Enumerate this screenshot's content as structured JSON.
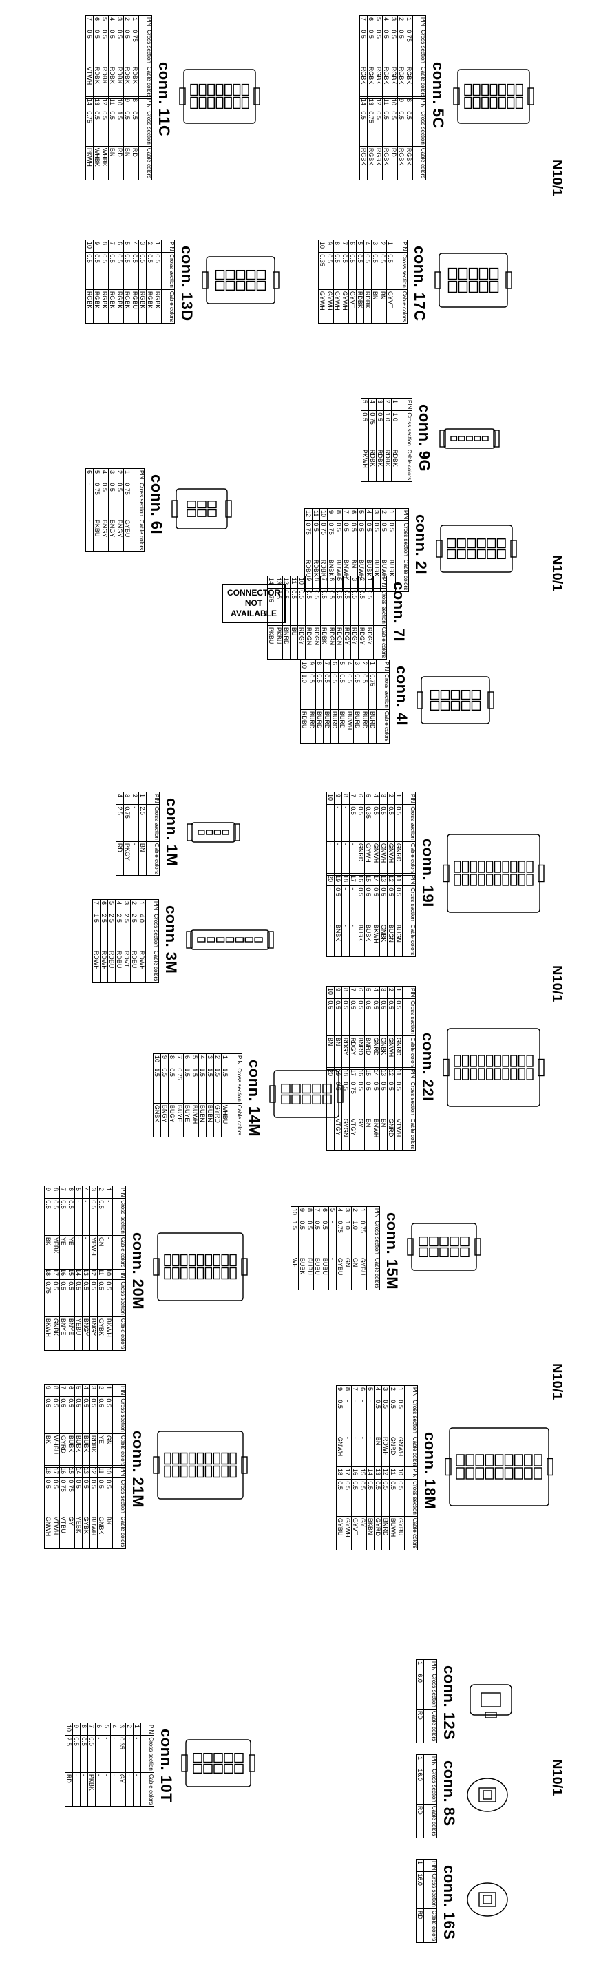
{
  "groups": [
    "N10/1",
    "N10/1",
    "N10/1",
    "N10/1",
    "N10/1"
  ],
  "headers": [
    "PIN",
    "Cross section",
    "Cable colors"
  ],
  "not_available": [
    "CONNECTOR",
    "NOT",
    "AVAILABLE"
  ],
  "connectors": [
    {
      "title": "conn. 5C",
      "pins": [
        [
          "1",
          "0.75",
          "RGBK"
        ],
        [
          "2",
          "0.5",
          "RGBK"
        ],
        [
          "3",
          "0.5",
          "RGBK"
        ],
        [
          "4",
          "0.5",
          "RGBK"
        ],
        [
          "5",
          "0.5",
          "RGBK"
        ],
        [
          "6",
          "0.5",
          "RGBK"
        ],
        [
          "7",
          "0.5",
          "RGBK"
        ],
        [
          "8",
          "0.5",
          "RGBK"
        ],
        [
          "9",
          "0.5",
          "RGBK"
        ],
        [
          "10",
          "0.5",
          "RD"
        ],
        [
          "11",
          "0.5",
          "RGBK"
        ],
        [
          "12",
          "0.5",
          "RGBK"
        ],
        [
          "13",
          "0.75",
          "RGBK"
        ],
        [
          "14",
          "0.5",
          "RGBK"
        ]
      ]
    },
    {
      "title": "conn. 11C",
      "pins": [
        [
          "1",
          "0.75",
          "RDBK"
        ],
        [
          "2",
          "0.5",
          "RDBK"
        ],
        [
          "3",
          "0.5",
          "RDBK"
        ],
        [
          "4",
          "0.5",
          "RDBK"
        ],
        [
          "5",
          "0.5",
          "RDBK"
        ],
        [
          "6",
          "0.5",
          "RDBK"
        ],
        [
          "7",
          "0.5",
          "VTWH"
        ],
        [
          "8",
          "0.5",
          "RD"
        ],
        [
          "9",
          "0.5",
          "BN"
        ],
        [
          "10",
          "1.5",
          "RD"
        ],
        [
          "11",
          "0.5",
          "BN"
        ],
        [
          "12",
          "0.5",
          "WHBK"
        ],
        [
          "13",
          "0.5",
          "WHBK"
        ],
        [
          "14",
          "0.75",
          "PKWH"
        ]
      ]
    },
    {
      "title": "conn. 17C",
      "pins": [
        [
          "1",
          "0.5",
          "GYVT"
        ],
        [
          "2",
          "0.5",
          "BN"
        ],
        [
          "3",
          "0.5",
          "BN"
        ],
        [
          "4",
          "0.5",
          "RDBK"
        ],
        [
          "5",
          "0.5",
          "RDBK"
        ],
        [
          "6",
          "0.5",
          "GYVT"
        ],
        [
          "7",
          "0.5",
          "GYWH"
        ],
        [
          "8",
          "0.5",
          "GYWH"
        ],
        [
          "9",
          "0.5",
          "GYWH"
        ],
        [
          "10",
          "0.35",
          "GYWH"
        ]
      ]
    },
    {
      "title": "conn. 13D",
      "pins": [
        [
          "1",
          "0.5",
          "RGBK"
        ],
        [
          "2",
          "0.5",
          "RGBK"
        ],
        [
          "3",
          "0.5",
          "RGBK"
        ],
        [
          "4",
          "0.5",
          "RGBU"
        ],
        [
          "5",
          "0.5",
          "RGBK"
        ],
        [
          "6",
          "0.5",
          "RGBK"
        ],
        [
          "7",
          "0.5",
          "RGBK"
        ],
        [
          "8",
          "0.5",
          "RGBK"
        ],
        [
          "9",
          "0.5",
          "RGBK"
        ],
        [
          "10",
          "0.5",
          "RGBK"
        ]
      ]
    },
    {
      "title": "conn. 9G",
      "pins": [
        [
          "1",
          "1.0",
          "RDBK"
        ],
        [
          "2",
          "1.0",
          "RDBK"
        ],
        [
          "3",
          "0.5",
          "RDBK"
        ],
        [
          "4",
          "0.75",
          "RDBK"
        ],
        [
          "5",
          "0.5",
          "PKWH"
        ]
      ]
    },
    {
      "title": "conn. 6I",
      "pins": [
        [
          "1",
          "0.75",
          "GYBU"
        ],
        [
          "2",
          "0.5",
          "BNGY"
        ],
        [
          "3",
          "0.5",
          "BNGY"
        ],
        [
          "4",
          "0.5",
          "BNGY"
        ],
        [
          "5",
          "0.75",
          "PKBU"
        ],
        [
          "6",
          "-",
          "-"
        ]
      ]
    },
    {
      "title": "conn. 2I",
      "pins": [
        [
          "1",
          "0.5",
          "BUBK"
        ],
        [
          "2",
          "0.5",
          "BUWH"
        ],
        [
          "3",
          "0.5",
          "BUBK"
        ],
        [
          "4",
          "0.5",
          "BUBK"
        ],
        [
          "5",
          "0.5",
          "BUWH"
        ],
        [
          "6",
          "0.5",
          "BN"
        ],
        [
          "7",
          "0.5",
          "BNWH"
        ],
        [
          "8",
          "0.5",
          "BUWH"
        ],
        [
          "9",
          "0.75",
          "BNBK"
        ],
        [
          "10",
          "0.75",
          "RDBK"
        ],
        [
          "11",
          "0.5",
          "RDBK"
        ],
        [
          "12",
          "0.75",
          "RDBU"
        ]
      ]
    },
    {
      "title": "conn. 7I",
      "pins": [
        [
          "1",
          "0.5",
          "RDGY"
        ],
        [
          "2",
          "0.5",
          "RDGY"
        ],
        [
          "3",
          "0.5",
          "RDGY"
        ],
        [
          "4",
          "0.5",
          "RDGY"
        ],
        [
          "5",
          "0.5",
          "RDGN"
        ],
        [
          "6",
          "0.5",
          "RDGN"
        ],
        [
          "7",
          "0.5",
          "RDBK"
        ],
        [
          "8",
          "0.5",
          "RDGN"
        ],
        [
          "9",
          "0.5",
          "RDGN"
        ],
        [
          "10",
          "0.5",
          "RDGY"
        ],
        [
          "11",
          "0.5",
          "BU"
        ],
        [
          "12",
          "0.5",
          "BNRD"
        ],
        [
          "13",
          "0.5",
          "PKBU"
        ],
        [
          "14",
          "0.75",
          "PKBU"
        ]
      ]
    },
    {
      "title": "conn. 4I",
      "pins": [
        [
          "1",
          "0.75",
          "BURD"
        ],
        [
          "2",
          "0.5",
          "BURD"
        ],
        [
          "3",
          "0.5",
          "BURD"
        ],
        [
          "4",
          "0.5",
          "BUWH"
        ],
        [
          "5",
          "0.5",
          "BURD"
        ],
        [
          "6",
          "0.5",
          "BURD"
        ],
        [
          "7",
          "0.5",
          "BURD"
        ],
        [
          "8",
          "0.5",
          "BURD"
        ],
        [
          "9",
          "0.5",
          "BURD"
        ],
        [
          "10",
          "1.0",
          "RDBU"
        ]
      ]
    },
    {
      "title": "conn. 1M",
      "pins": [
        [
          "1",
          "2.5",
          "BN"
        ],
        [
          "2",
          "-",
          "-"
        ],
        [
          "3",
          "0.75",
          "PKGY"
        ],
        [
          "4",
          "2.5",
          "RD"
        ]
      ]
    },
    {
      "title": "conn. 19I",
      "pins": [
        [
          "1",
          "0.5",
          "GNRD"
        ],
        [
          "2",
          "0.5",
          "GNWH"
        ],
        [
          "3",
          "0.5",
          "GNWH"
        ],
        [
          "4",
          "0.5",
          "GNWH"
        ],
        [
          "5",
          "0.35",
          "GYWH"
        ],
        [
          "6",
          "0.5",
          "GNRD"
        ],
        [
          "7",
          "0.5",
          "-"
        ],
        [
          "8",
          "-",
          "-"
        ],
        [
          "9",
          "-",
          "-"
        ],
        [
          "10",
          "-",
          "-"
        ],
        [
          "11",
          "0.5",
          "BUGN"
        ],
        [
          "12",
          "0.5",
          "BUGN"
        ],
        [
          "13",
          "0.5",
          "GNBK"
        ],
        [
          "14",
          "0.5",
          "BKWH"
        ],
        [
          "15",
          "0.5",
          "BUBK"
        ],
        [
          "16",
          "0.5",
          "BUBK"
        ],
        [
          "17",
          "-",
          "-"
        ],
        [
          "18",
          "-",
          "-"
        ],
        [
          "19",
          "0.5",
          "BNBK"
        ],
        [
          "20",
          "-",
          "-"
        ]
      ]
    },
    {
      "title": "conn. 3M",
      "pins": [
        [
          "1",
          "4.0",
          "RDWH"
        ],
        [
          "2",
          "2.5",
          "RDBU"
        ],
        [
          "3",
          "2.5",
          "RDVT"
        ],
        [
          "4",
          "2.5",
          "RDBU"
        ],
        [
          "5",
          "2.5",
          "RDBU"
        ],
        [
          "6",
          "2.5",
          "RDWH"
        ],
        [
          "7",
          "1.5",
          "RDWH"
        ]
      ]
    },
    {
      "title": "conn. 22I",
      "pins": [
        [
          "1",
          "0.5",
          "GNRD"
        ],
        [
          "2",
          "0.5",
          "GNWH"
        ],
        [
          "3",
          "0.5",
          "GNBK"
        ],
        [
          "4",
          "0.5",
          "GNRD"
        ],
        [
          "5",
          "0.5",
          "BNRD"
        ],
        [
          "6",
          "0.5",
          "BNRD"
        ],
        [
          "7",
          "0.5",
          "RDGY"
        ],
        [
          "8",
          "0.5",
          "RDGY"
        ],
        [
          "9",
          "0.5",
          "BN"
        ],
        [
          "10",
          "0.5",
          "BN"
        ],
        [
          "11",
          "0.5",
          "VTWH"
        ],
        [
          "12",
          "0.5",
          "GNRD"
        ],
        [
          "13",
          "0.5",
          "BN"
        ],
        [
          "14",
          "0.5",
          "BNWH"
        ],
        [
          "15",
          "0.5",
          "BN"
        ],
        [
          "16",
          "0.5",
          "GY"
        ],
        [
          "17",
          "0.75",
          "VTGY"
        ],
        [
          "18",
          "0.5",
          "GYGN"
        ],
        [
          "19",
          "0.5",
          "VTGY"
        ],
        [
          "20",
          "-",
          "-"
        ]
      ]
    },
    {
      "title": "conn. 14M",
      "pins": [
        [
          "1",
          "1.5",
          "WHBU"
        ],
        [
          "2",
          "1.5",
          "GYRD"
        ],
        [
          "3",
          "1.5",
          "BUBN"
        ],
        [
          "4",
          "1.5",
          "BUBN"
        ],
        [
          "5",
          "1.5",
          "BUWH"
        ],
        [
          "6",
          "1.5",
          "BUYE"
        ],
        [
          "7",
          "0.75",
          "BUYE"
        ],
        [
          "8",
          "0.5",
          "BUGY"
        ],
        [
          "9",
          "0.5",
          "BNGY"
        ],
        [
          "10",
          "1.5",
          "GNBK"
        ]
      ]
    },
    {
      "title": "conn. 15M",
      "pins": [
        [
          "1",
          "0.75",
          "GYBU"
        ],
        [
          "2",
          "1.0",
          "GN"
        ],
        [
          "3",
          "1.0",
          "GN"
        ],
        [
          "4",
          "0.75",
          "GYBU"
        ],
        [
          "5",
          "-",
          "-"
        ],
        [
          "6",
          "0.5",
          "BUBU"
        ],
        [
          "7",
          "0.5",
          "BUBU"
        ],
        [
          "8",
          "0.5",
          "BUBU"
        ],
        [
          "9",
          "0.5",
          "BUBK"
        ],
        [
          "10",
          "1.5",
          "WH"
        ]
      ]
    },
    {
      "title": "conn. 20M",
      "pins": [
        [
          "1",
          "-",
          "-"
        ],
        [
          "2",
          "0.5",
          "GN"
        ],
        [
          "3",
          "0.5",
          "YEWH"
        ],
        [
          "4",
          "-",
          "-"
        ],
        [
          "5",
          "-",
          "-"
        ],
        [
          "6",
          "0.5",
          "YE"
        ],
        [
          "7",
          "0.5",
          "YE"
        ],
        [
          "8",
          "0.5",
          "YEBK"
        ],
        [
          "9",
          "0.5",
          "BK"
        ],
        [
          "10",
          "0.5",
          "BKWH"
        ],
        [
          "11",
          "0.5",
          "GYBK"
        ],
        [
          "12",
          "0.5",
          "BNGY"
        ],
        [
          "13",
          "0.5",
          "BNGY"
        ],
        [
          "14",
          "0.5",
          "YEBU"
        ],
        [
          "15",
          "0.5",
          "BNYE"
        ],
        [
          "16",
          "0.5",
          "BNYE"
        ],
        [
          "17",
          "0.5",
          "GNBK"
        ],
        [
          "18",
          "0.75",
          "BKWH"
        ]
      ]
    },
    {
      "title": "conn. 18M",
      "pins": [
        [
          "1",
          "0.5",
          "GNWH"
        ],
        [
          "2",
          "0.5",
          "GNRD"
        ],
        [
          "3",
          "0.5",
          "RDWH"
        ],
        [
          "4",
          "0.5",
          "BN"
        ],
        [
          "5",
          "-",
          "-"
        ],
        [
          "6",
          "-",
          "-"
        ],
        [
          "7",
          "-",
          "-"
        ],
        [
          "8",
          "-",
          "-"
        ],
        [
          "9",
          "0.5",
          "GNWH"
        ],
        [
          "10",
          "0.5",
          "GYBU"
        ],
        [
          "11",
          "0.5",
          "BUWH"
        ],
        [
          "12",
          "0.5",
          "BNRD"
        ],
        [
          "13",
          "0.5",
          "GYRD"
        ],
        [
          "14",
          "0.5",
          "BKBN"
        ],
        [
          "15",
          "0.5",
          "GY"
        ],
        [
          "16",
          "0.5",
          "GYVT"
        ],
        [
          "17",
          "0.5",
          "GYWH"
        ],
        [
          "18",
          "0.5",
          "GYBU"
        ]
      ]
    },
    {
      "title": "conn. 21M",
      "pins": [
        [
          "1",
          "0.5",
          "GN"
        ],
        [
          "2",
          "0.5",
          "YE"
        ],
        [
          "3",
          "0.5",
          "RDBK"
        ],
        [
          "4",
          "0.5",
          "BUBK"
        ],
        [
          "5",
          "0.5",
          "BUBK"
        ],
        [
          "6",
          "0.5",
          "BUBK"
        ],
        [
          "7",
          "0.5",
          "GYRD"
        ],
        [
          "8",
          "0.5",
          "WHBU"
        ],
        [
          "9",
          "0.5",
          "BK"
        ],
        [
          "10",
          "0.5",
          "BK"
        ],
        [
          "11",
          "0.5",
          "GNBK"
        ],
        [
          "12",
          "0.5",
          "BUWH"
        ],
        [
          "13",
          "0.5",
          "GYBK"
        ],
        [
          "14",
          "0.5",
          "YEBK"
        ],
        [
          "15",
          "0.75",
          "GY"
        ],
        [
          "16",
          "0.75",
          "VTBU"
        ],
        [
          "17",
          "0.5",
          "VTWH"
        ],
        [
          "18",
          "0.5",
          "GNWH"
        ]
      ]
    },
    {
      "title": "conn. 12S",
      "pins": [
        [
          "1",
          "6.0",
          "RD"
        ]
      ]
    },
    {
      "title": "conn. 10T",
      "pins": [
        [
          "1",
          "-",
          "-"
        ],
        [
          "2",
          "-",
          "-"
        ],
        [
          "3",
          "0.35",
          "GY"
        ],
        [
          "4",
          "-",
          "-"
        ],
        [
          "5",
          "-",
          "-"
        ],
        [
          "6",
          "-",
          "-"
        ],
        [
          "7",
          "0.5",
          "PKBK"
        ],
        [
          "8",
          "0.5",
          "-"
        ],
        [
          "9",
          "0.5",
          "-"
        ],
        [
          "10",
          "2.5",
          "RD"
        ]
      ]
    },
    {
      "title": "conn. 8S",
      "pins": [
        [
          "1",
          "16.0",
          "RD"
        ]
      ]
    },
    {
      "title": "conn. 16S",
      "pins": [
        [
          "1",
          "16.0",
          "RD"
        ]
      ]
    }
  ]
}
